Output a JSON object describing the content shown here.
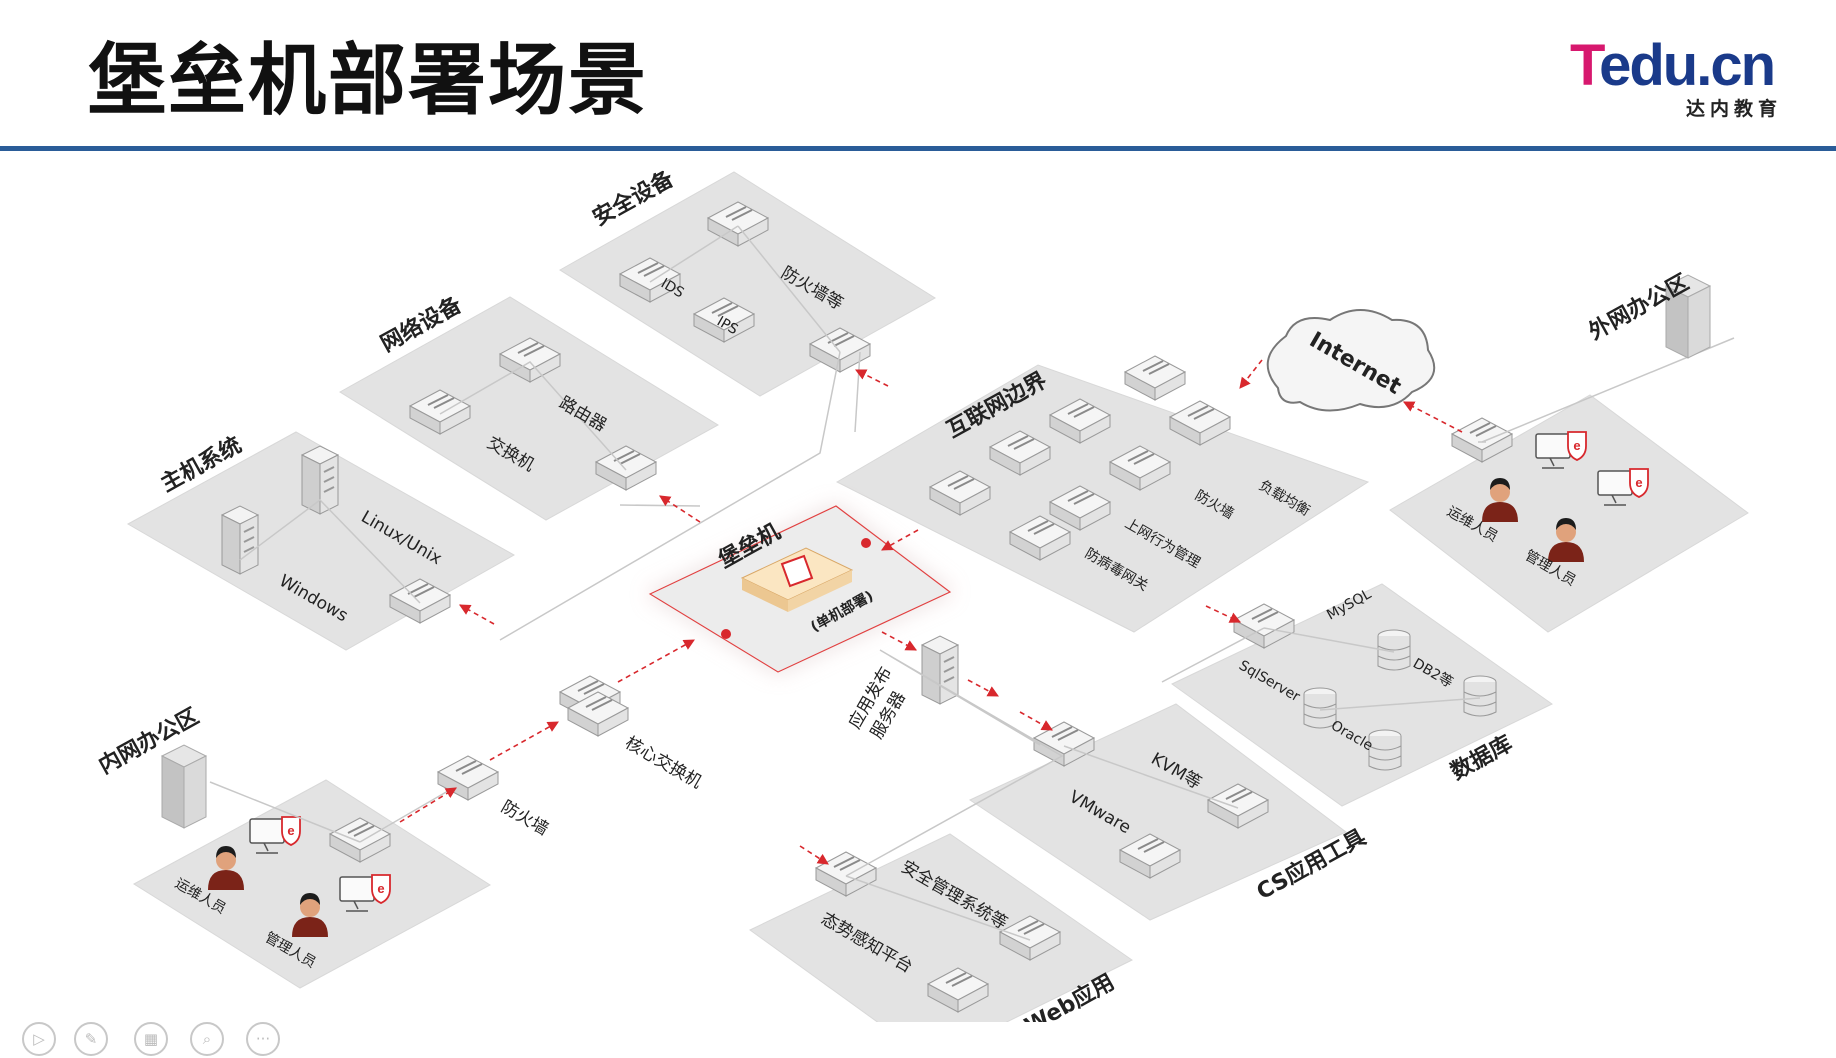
{
  "slide": {
    "title": "堡垒机部署场景"
  },
  "logo": {
    "brand_t": "T",
    "brand_rest": "edu.cn",
    "subtitle": "达内教育"
  },
  "colors": {
    "accent_line": "#2a5c98",
    "arrow": "#d8282d",
    "logo_pink": "#d7186e",
    "logo_blue": "#1a3a8a"
  },
  "diagram": {
    "security": {
      "title": "安全设备",
      "ids": "IDS",
      "ips": "IPS",
      "firewall": "防火墙等"
    },
    "network": {
      "title": "网络设备",
      "router": "路由器",
      "switch": "交换机"
    },
    "host": {
      "title": "主机系统",
      "linux": "Linux/Unix",
      "windows": "Windows"
    },
    "bastion": {
      "title": "堡垒机",
      "mode": "(单机部署)"
    },
    "internet_border": {
      "title": "互联网边界",
      "lb": "负载均衡",
      "fw": "防火墙",
      "behavior": "上网行为管理",
      "av": "防病毒网关"
    },
    "internet": {
      "label": "Internet"
    },
    "external_office": {
      "title": "外网办公区",
      "ops": "运维人员",
      "admin": "管理人员"
    },
    "internal_office": {
      "title": "内网办公区",
      "ops": "运维人员",
      "admin": "管理人员"
    },
    "database": {
      "title": "数据库",
      "mysql": "MySQL",
      "db2": "DB2等",
      "sqlserver": "SqlServer",
      "oracle": "Oracle"
    },
    "cs_tools": {
      "title": "CS应用工具",
      "kvm": "KVM等",
      "vmware": "VMware"
    },
    "web_apps": {
      "title": "Web应用",
      "sec_mgmt": "安全管理系统等",
      "situation": "态势感知平台"
    },
    "core_switch": {
      "label": "核心交换机"
    },
    "firewall": {
      "label": "防火墙"
    },
    "app_server": {
      "line1": "应用发布",
      "line2": "服务器"
    }
  },
  "controls": {
    "play": "▷",
    "pen": "✎",
    "grid": "▦",
    "zoom": "⌕",
    "more": "···"
  }
}
